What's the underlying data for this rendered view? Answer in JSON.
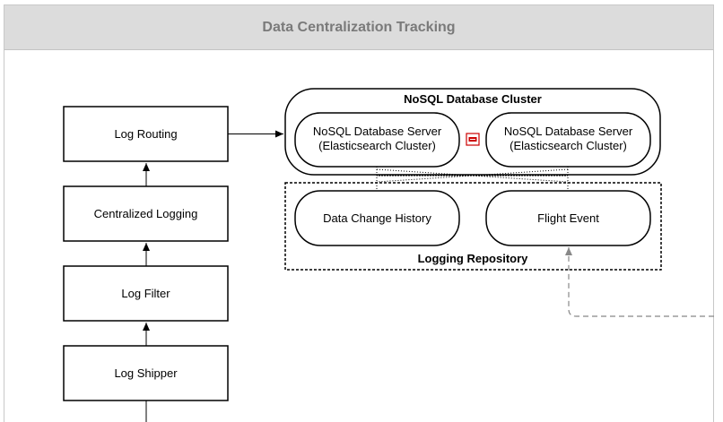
{
  "header": {
    "title": "Data Centralization Tracking"
  },
  "pipeline": {
    "log_routing": "Log Routing",
    "centralized_logging": "Centralized Logging",
    "log_filter": "Log Filter",
    "log_shipper": "Log Shipper"
  },
  "cluster": {
    "title": "NoSQL Database Cluster",
    "server_a_line1": "NoSQL Database Server",
    "server_a_line2": "(Elasticsearch Cluster)",
    "server_b_line1": "NoSQL Database Server",
    "server_b_line2": "(Elasticsearch Cluster)"
  },
  "repository": {
    "title": "Logging Repository",
    "data_change_history": "Data Change History",
    "flight_event": "Flight Event"
  },
  "colors": {
    "header_bg": "#dcdcdc",
    "header_text": "#7a7a7a",
    "stroke": "#000000",
    "dashed_connector": "#888888",
    "sync_icon": "#cc0000"
  }
}
